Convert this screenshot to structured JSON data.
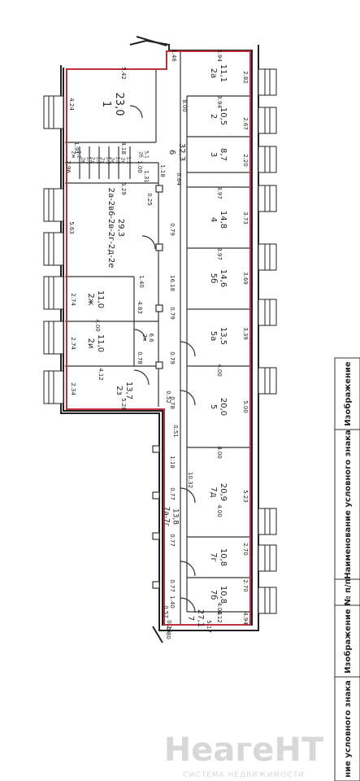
{
  "plan": {
    "accent_color": "#c0303a",
    "wall_color": "#222222",
    "rooms": [
      {
        "id": "1",
        "area": "23,0"
      },
      {
        "id": "2а",
        "area": "11,1"
      },
      {
        "id": "2",
        "area": "10,5"
      },
      {
        "id": "3",
        "area": "8,7"
      },
      {
        "id": "6",
        "area": "32,3"
      },
      {
        "id": "4",
        "area": "14,8"
      },
      {
        "id": "2ж",
        "area": "2,2"
      },
      {
        "id": "2в",
        "area": "1,1"
      },
      {
        "id": "2д",
        "area": "1,2"
      },
      {
        "id": "2з",
        "area": "1,3"
      },
      {
        "id": "2е",
        "area": "1,2"
      },
      {
        "id": "2г",
        "area": "1,2"
      },
      {
        "id": "2б",
        "area": "5,1"
      },
      {
        "id": "2а-2в6-2в-2г-2д-2е",
        "area": "29,3"
      },
      {
        "id": "5б",
        "area": "14,6"
      },
      {
        "id": "2ж",
        "area": "11,0"
      },
      {
        "id": "5а",
        "area": "13,5"
      },
      {
        "id": "2и",
        "area": "11,0"
      },
      {
        "id": "2к",
        "area": "6,6"
      },
      {
        "id": "2з",
        "area": "13,7"
      },
      {
        "id": "5",
        "area": "20,0"
      },
      {
        "id": "7д",
        "area": "20,9"
      },
      {
        "id": "7а-7г",
        "area": "13,8"
      },
      {
        "id": "7г",
        "area": "10,8"
      },
      {
        "id": "7б",
        "area": "10,8"
      },
      {
        "id": "7",
        "area": "27,1"
      }
    ],
    "dimensions": [
      "1.46",
      "3.94",
      "2.82",
      "5.42",
      "4.24",
      "8.00",
      "3.94",
      "2.67",
      "2.20",
      "4.18",
      "1.31",
      "1.18",
      "0.64",
      "5.29",
      "3.97",
      "3.73",
      "5.63",
      "0.25",
      "0.79",
      "3.97",
      "1.40",
      "16.18",
      "3.69",
      "2.74",
      "4.83",
      "0.79",
      "3.39",
      "4.00",
      "2.74",
      "0.78",
      "0.79",
      "4.00",
      "4.12",
      "2.34",
      "0.52",
      "5.28",
      "0.78",
      "5.00",
      "0.51",
      "4.00",
      "1.18",
      "10.32",
      "0.77",
      "5.23",
      "4.00",
      "0.77",
      "2.70",
      "0.77",
      "2.70",
      "1.40",
      "4.00",
      "0.57",
      "4.12",
      "0.80",
      "4.94",
      "0.25",
      "5.17",
      "1.91",
      "2.96",
      "1.00"
    ]
  },
  "legend": {
    "col_image": "Изображение",
    "col_name": "Наименование условного знака",
    "col_no": "№ п/п",
    "col_image_2": "Изображение",
    "col_name_2": "ние условного знака"
  },
  "watermark": {
    "brand": "НеагеНТ",
    "tagline": "СИСТЕМА НЕДВИЖИМОСТИ"
  }
}
